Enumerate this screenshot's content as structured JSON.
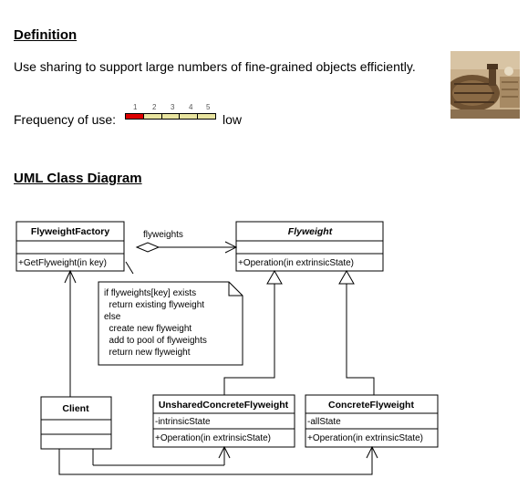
{
  "definition": {
    "heading": "Definition",
    "text": "Use sharing to support large numbers of fine-grained objects efficiently."
  },
  "frequency": {
    "label": "Frequency of use:",
    "scale": [
      "1",
      "2",
      "3",
      "4",
      "5"
    ],
    "level": 1,
    "level_text": "low",
    "colors": {
      "active": "#dd0000",
      "inactive": "#e8e4a0"
    }
  },
  "uml": {
    "heading": "UML Class Diagram",
    "flyweight_factory": {
      "name": "FlyweightFactory",
      "method": "+GetFlyweight(in key)"
    },
    "association_label": "flyweights",
    "flyweight": {
      "name": "Flyweight",
      "method": "+Operation(in extrinsicState)"
    },
    "note": [
      "if flyweights[key] exists",
      "  return existing flyweight",
      "else",
      "  create new flyweight",
      "  add to pool of flyweights",
      "  return new flyweight"
    ],
    "client": {
      "name": "Client"
    },
    "unshared": {
      "name": "UnsharedConcreteFlyweight",
      "attribute": "-intrinsicState",
      "method": "+Operation(in extrinsicState)"
    },
    "concrete": {
      "name": "ConcreteFlyweight",
      "attribute": "-allState",
      "method": "+Operation(in extrinsicState)"
    }
  }
}
